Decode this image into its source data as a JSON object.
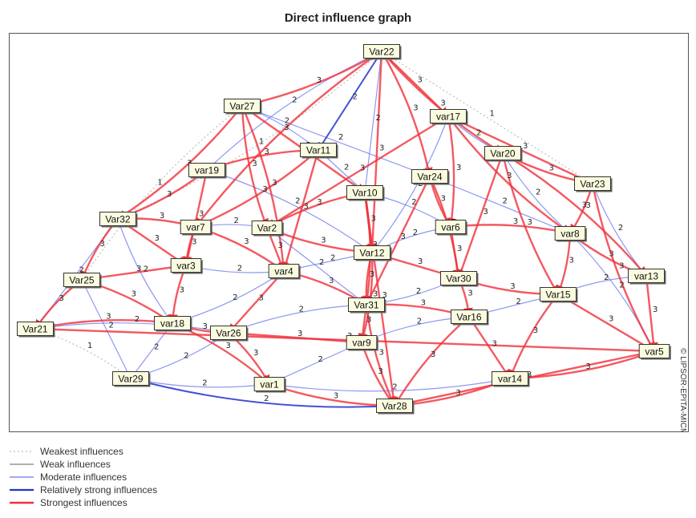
{
  "title": "Direct influence graph",
  "side_note": "© LIPSOR-EPITA-MICMAC",
  "nodes": [
    {
      "id": "Var22",
      "label": "Var22"
    },
    {
      "id": "Var27",
      "label": "Var27"
    },
    {
      "id": "Var17",
      "label": "var17"
    },
    {
      "id": "Var11",
      "label": "Var11"
    },
    {
      "id": "Var20",
      "label": "Var20"
    },
    {
      "id": "Var19",
      "label": "var19"
    },
    {
      "id": "Var24",
      "label": "Var24"
    },
    {
      "id": "Var23",
      "label": "Var23"
    },
    {
      "id": "Var10",
      "label": "Var10"
    },
    {
      "id": "Var32",
      "label": "Var32"
    },
    {
      "id": "Var7",
      "label": "var7"
    },
    {
      "id": "Var2",
      "label": "Var2"
    },
    {
      "id": "Var6",
      "label": "var6"
    },
    {
      "id": "Var8",
      "label": "var8"
    },
    {
      "id": "Var12",
      "label": "Var12"
    },
    {
      "id": "Var3",
      "label": "var3"
    },
    {
      "id": "Var4",
      "label": "var4"
    },
    {
      "id": "Var25",
      "label": "Var25"
    },
    {
      "id": "Var13",
      "label": "var13"
    },
    {
      "id": "Var30",
      "label": "Var30"
    },
    {
      "id": "Var15",
      "label": "Var15"
    },
    {
      "id": "Var31",
      "label": "Var31"
    },
    {
      "id": "Var21",
      "label": "Var21"
    },
    {
      "id": "Var18",
      "label": "var18"
    },
    {
      "id": "Var16",
      "label": "Var16"
    },
    {
      "id": "Var26",
      "label": "Var26"
    },
    {
      "id": "Var9",
      "label": "var9"
    },
    {
      "id": "Var5",
      "label": "var5"
    },
    {
      "id": "Var29",
      "label": "Var29"
    },
    {
      "id": "Var1",
      "label": "var1"
    },
    {
      "id": "Var14",
      "label": "var14"
    },
    {
      "id": "Var28",
      "label": "Var28"
    }
  ],
  "edges": [
    {
      "from": "Var22",
      "to": "Var27",
      "strength": "strongest",
      "label": "3"
    },
    {
      "from": "Var22",
      "to": "Var17",
      "strength": "strongest",
      "label": "3"
    },
    {
      "from": "Var22",
      "to": "Var11",
      "strength": "relatively-strong",
      "label": "2"
    },
    {
      "from": "Var22",
      "to": "Var20",
      "strength": "strongest",
      "label": "3"
    },
    {
      "from": "Var22",
      "to": "Var10",
      "strength": "moderate",
      "label": "2"
    },
    {
      "from": "Var22",
      "to": "Var24",
      "strength": "strongest",
      "label": "3"
    },
    {
      "from": "Var22",
      "to": "Var32",
      "strength": "weakest",
      "label": "1"
    },
    {
      "from": "Var22",
      "to": "Var23",
      "strength": "weakest",
      "label": "1"
    },
    {
      "from": "Var22",
      "to": "Var12",
      "strength": "strongest",
      "label": "3"
    },
    {
      "from": "Var22",
      "to": "Var19",
      "strength": "moderate",
      "label": "2"
    },
    {
      "from": "Var22",
      "to": "Var7",
      "strength": "strongest",
      "label": "3"
    },
    {
      "from": "Var27",
      "to": "Var32",
      "strength": "strongest",
      "label": "3"
    },
    {
      "from": "Var27",
      "to": "Var25",
      "strength": "weakest",
      "label": "1"
    },
    {
      "from": "Var27",
      "to": "Var11",
      "strength": "moderate",
      "label": "2"
    },
    {
      "from": "Var27",
      "to": "Var10",
      "strength": "strongest",
      "label": "3"
    },
    {
      "from": "Var27",
      "to": "Var24",
      "strength": "moderate",
      "label": "2"
    },
    {
      "from": "Var27",
      "to": "Var2",
      "strength": "strongest",
      "label": "3"
    },
    {
      "from": "Var27",
      "to": "Var4",
      "strength": "strongest",
      "label": "3"
    },
    {
      "from": "Var17",
      "to": "Var23",
      "strength": "strongest",
      "label": "3"
    },
    {
      "from": "Var17",
      "to": "Var20",
      "strength": "moderate",
      "label": "2"
    },
    {
      "from": "Var17",
      "to": "Var8",
      "strength": "strongest",
      "label": "3"
    },
    {
      "from": "Var17",
      "to": "Var6",
      "strength": "strongest",
      "label": "3"
    },
    {
      "from": "Var17",
      "to": "Var12",
      "strength": "moderate",
      "label": "2"
    },
    {
      "from": "Var17",
      "to": "Var2",
      "strength": "strongest",
      "label": "3"
    },
    {
      "from": "Var11",
      "to": "Var19",
      "strength": "strongest",
      "label": "3"
    },
    {
      "from": "Var11",
      "to": "Var10",
      "strength": "moderate",
      "label": "2"
    },
    {
      "from": "Var11",
      "to": "Var7",
      "strength": "strongest",
      "label": "3"
    },
    {
      "from": "Var11",
      "to": "Var4",
      "strength": "strongest",
      "label": "3"
    },
    {
      "from": "Var20",
      "to": "Var23",
      "strength": "strongest",
      "label": "3"
    },
    {
      "from": "Var20",
      "to": "Var13",
      "strength": "strongest",
      "label": "3"
    },
    {
      "from": "Var20",
      "to": "Var8",
      "strength": "moderate",
      "label": "2"
    },
    {
      "from": "Var20",
      "to": "Var30",
      "strength": "strongest",
      "label": "3"
    },
    {
      "from": "Var20",
      "to": "Var15",
      "strength": "strongest",
      "label": "3"
    },
    {
      "from": "Var19",
      "to": "Var32",
      "strength": "strongest",
      "label": "3"
    },
    {
      "from": "Var19",
      "to": "Var3",
      "strength": "strongest",
      "label": "3"
    },
    {
      "from": "Var19",
      "to": "Var12",
      "strength": "moderate",
      "label": "2"
    },
    {
      "from": "Var24",
      "to": "Var6",
      "strength": "strongest",
      "label": "3"
    },
    {
      "from": "Var24",
      "to": "Var30",
      "strength": "strongest",
      "label": "3"
    },
    {
      "from": "Var24",
      "to": "Var8",
      "strength": "moderate",
      "label": "2"
    },
    {
      "from": "Var24",
      "to": "Var31",
      "strength": "strongest",
      "label": "3"
    },
    {
      "from": "Var23",
      "to": "Var13",
      "strength": "moderate",
      "label": "2"
    },
    {
      "from": "Var23",
      "to": "Var5",
      "strength": "strongest",
      "label": "3"
    },
    {
      "from": "Var23",
      "to": "Var8",
      "strength": "strongest",
      "label": "3"
    },
    {
      "from": "Var10",
      "to": "Var12",
      "strength": "strongest",
      "label": "3"
    },
    {
      "from": "Var10",
      "to": "Var2",
      "strength": "strongest",
      "label": "3"
    },
    {
      "from": "Var10",
      "to": "Var6",
      "strength": "moderate",
      "label": "2"
    },
    {
      "from": "Var10",
      "to": "Var31",
      "strength": "strongest",
      "label": "3"
    },
    {
      "from": "Var10",
      "to": "Var28",
      "strength": "strongest",
      "label": "3"
    },
    {
      "from": "Var32",
      "to": "Var25",
      "strength": "strongest",
      "label": "3"
    },
    {
      "from": "Var32",
      "to": "Var21",
      "strength": "moderate",
      "label": "2"
    },
    {
      "from": "Var32",
      "to": "Var7",
      "strength": "strongest",
      "label": "3"
    },
    {
      "from": "Var32",
      "to": "Var3",
      "strength": "strongest",
      "label": "3"
    },
    {
      "from": "Var32",
      "to": "Var18",
      "strength": "moderate",
      "label": "2"
    },
    {
      "from": "Var7",
      "to": "Var3",
      "strength": "strongest",
      "label": "3"
    },
    {
      "from": "Var7",
      "to": "Var2",
      "strength": "moderate",
      "label": "2"
    },
    {
      "from": "Var7",
      "to": "Var4",
      "strength": "strongest",
      "label": "3"
    },
    {
      "from": "Var2",
      "to": "Var4",
      "strength": "strongest",
      "label": "3"
    },
    {
      "from": "Var2",
      "to": "Var12",
      "strength": "strongest",
      "label": "3"
    },
    {
      "from": "Var2",
      "to": "Var31",
      "strength": "moderate",
      "label": "2"
    },
    {
      "from": "Var6",
      "to": "Var8",
      "strength": "strongest",
      "label": "3"
    },
    {
      "from": "Var6",
      "to": "Var30",
      "strength": "strongest",
      "label": "3"
    },
    {
      "from": "Var6",
      "to": "Var12",
      "strength": "moderate",
      "label": "2"
    },
    {
      "from": "Var8",
      "to": "Var13",
      "strength": "strongest",
      "label": "3"
    },
    {
      "from": "Var8",
      "to": "Var15",
      "strength": "strongest",
      "label": "3"
    },
    {
      "from": "Var8",
      "to": "Var5",
      "strength": "moderate",
      "label": "2"
    },
    {
      "from": "Var12",
      "to": "Var30",
      "strength": "strongest",
      "label": "3"
    },
    {
      "from": "Var12",
      "to": "Var31",
      "strength": "strongest",
      "label": "3"
    },
    {
      "from": "Var12",
      "to": "Var4",
      "strength": "moderate",
      "label": "2"
    },
    {
      "from": "Var12",
      "to": "Var9",
      "strength": "strongest",
      "label": "3"
    },
    {
      "from": "Var3",
      "to": "Var25",
      "strength": "strongest",
      "label": "3"
    },
    {
      "from": "Var3",
      "to": "Var18",
      "strength": "strongest",
      "label": "3"
    },
    {
      "from": "Var3",
      "to": "Var4",
      "strength": "moderate",
      "label": "2"
    },
    {
      "from": "Var4",
      "to": "Var31",
      "strength": "strongest",
      "label": "3"
    },
    {
      "from": "Var4",
      "to": "Var26",
      "strength": "strongest",
      "label": "3"
    },
    {
      "from": "Var4",
      "to": "Var18",
      "strength": "moderate",
      "label": "2"
    },
    {
      "from": "Var25",
      "to": "Var21",
      "strength": "strongest",
      "label": "3"
    },
    {
      "from": "Var25",
      "to": "Var18",
      "strength": "strongest",
      "label": "3"
    },
    {
      "from": "Var25",
      "to": "Var29",
      "strength": "moderate",
      "label": "2"
    },
    {
      "from": "Var13",
      "to": "Var5",
      "strength": "strongest",
      "label": "3"
    },
    {
      "from": "Var13",
      "to": "Var15",
      "strength": "moderate",
      "label": "2"
    },
    {
      "from": "Var30",
      "to": "Var15",
      "strength": "strongest",
      "label": "3"
    },
    {
      "from": "Var30",
      "to": "Var16",
      "strength": "strongest",
      "label": "3"
    },
    {
      "from": "Var30",
      "to": "Var31",
      "strength": "moderate",
      "label": "2"
    },
    {
      "from": "Var15",
      "to": "Var5",
      "strength": "strongest",
      "label": "3"
    },
    {
      "from": "Var15",
      "to": "Var16",
      "strength": "moderate",
      "label": "2"
    },
    {
      "from": "Var15",
      "to": "Var14",
      "strength": "strongest",
      "label": "3"
    },
    {
      "from": "Var31",
      "to": "Var16",
      "strength": "strongest",
      "label": "3"
    },
    {
      "from": "Var31",
      "to": "Var9",
      "strength": "strongest",
      "label": "3"
    },
    {
      "from": "Var31",
      "to": "Var26",
      "strength": "moderate",
      "label": "2"
    },
    {
      "from": "Var31",
      "to": "Var28",
      "strength": "strongest",
      "label": "3"
    },
    {
      "from": "Var21",
      "to": "Var18",
      "strength": "strongest",
      "label": "3"
    },
    {
      "from": "Var21",
      "to": "Var29",
      "strength": "weakest",
      "label": "1"
    },
    {
      "from": "Var21",
      "to": "Var26",
      "strength": "moderate",
      "label": "2"
    },
    {
      "from": "Var21",
      "to": "Var5",
      "strength": "strongest",
      "label": "3"
    },
    {
      "from": "Var18",
      "to": "Var26",
      "strength": "strongest",
      "label": "3"
    },
    {
      "from": "Var18",
      "to": "Var29",
      "strength": "moderate",
      "label": "2"
    },
    {
      "from": "Var18",
      "to": "Var1",
      "strength": "strongest",
      "label": "3"
    },
    {
      "from": "Var16",
      "to": "Var14",
      "strength": "strongest",
      "label": "3"
    },
    {
      "from": "Var16",
      "to": "Var9",
      "strength": "moderate",
      "label": "2"
    },
    {
      "from": "Var16",
      "to": "Var28",
      "strength": "strongest",
      "label": "3"
    },
    {
      "from": "Var26",
      "to": "Var1",
      "strength": "strongest",
      "label": "3"
    },
    {
      "from": "Var26",
      "to": "Var29",
      "strength": "moderate",
      "label": "2"
    },
    {
      "from": "Var26",
      "to": "Var9",
      "strength": "strongest",
      "label": "3"
    },
    {
      "from": "Var9",
      "to": "Var28",
      "strength": "strongest",
      "label": "3"
    },
    {
      "from": "Var9",
      "to": "Var1",
      "strength": "moderate",
      "label": "2"
    },
    {
      "from": "Var5",
      "to": "Var14",
      "strength": "strongest",
      "label": "3"
    },
    {
      "from": "Var5",
      "to": "Var28",
      "strength": "strongest",
      "label": "3"
    },
    {
      "from": "Var29",
      "to": "Var1",
      "strength": "moderate",
      "label": "2"
    },
    {
      "from": "Var29",
      "to": "Var28",
      "strength": "relatively-strong",
      "label": "2"
    },
    {
      "from": "Var1",
      "to": "Var28",
      "strength": "strongest",
      "label": "3"
    },
    {
      "from": "Var14",
      "to": "Var28",
      "strength": "strongest",
      "label": "3"
    },
    {
      "from": "Var14",
      "to": "Var1",
      "strength": "moderate",
      "label": "2"
    }
  ],
  "strength_colors": {
    "weakest": "#a8a8a8",
    "weak": "#606060",
    "moderate": "#6677ee",
    "relatively-strong": "#2233cc",
    "strongest": "#f0303a"
  },
  "legend": [
    {
      "key": "weakest",
      "label": "Weakest influences"
    },
    {
      "key": "weak",
      "label": "Weak influences"
    },
    {
      "key": "moderate",
      "label": "Moderate influences"
    },
    {
      "key": "relatively-strong",
      "label": "Relatively strong influences"
    },
    {
      "key": "strongest",
      "label": "Strongest influences"
    }
  ]
}
